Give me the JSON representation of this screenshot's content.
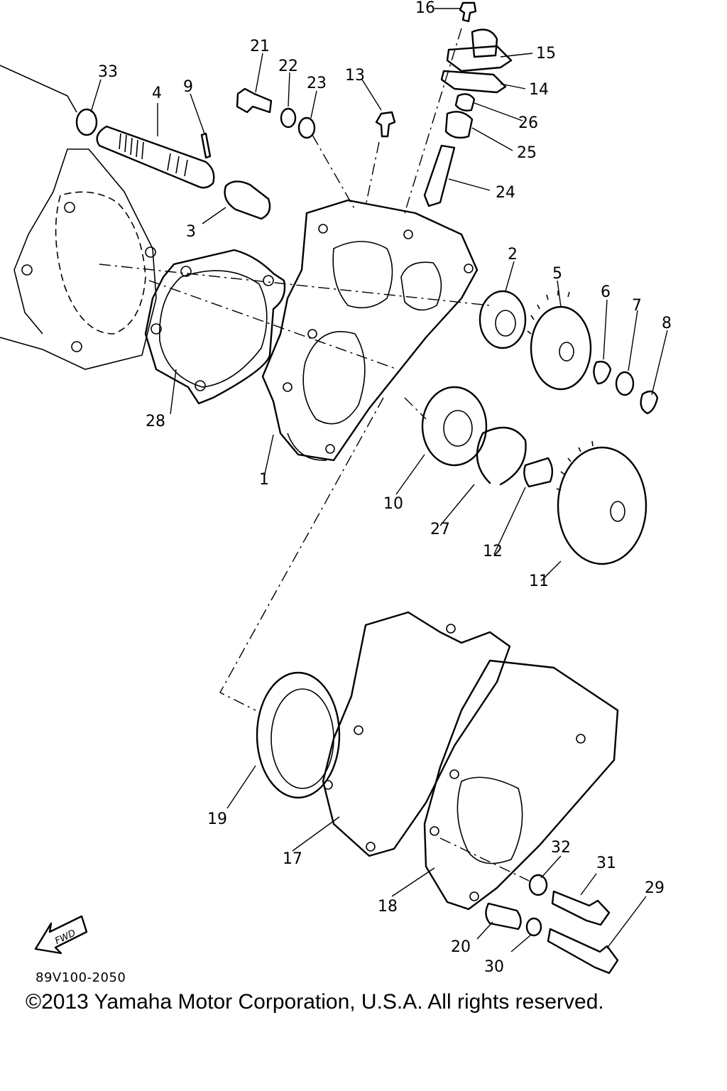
{
  "diagram_code": "89V100-2050",
  "copyright": "©2013 Yamaha Motor Corporation, U.S.A. All rights reserved.",
  "fwd_label": "FWD",
  "callouts": [
    "1",
    "2",
    "3",
    "4",
    "5",
    "6",
    "7",
    "8",
    "9",
    "10",
    "11",
    "12",
    "13",
    "14",
    "15",
    "16",
    "17",
    "18",
    "19",
    "20",
    "21",
    "22",
    "23",
    "24",
    "25",
    "26",
    "27",
    "28",
    "29",
    "30",
    "31",
    "32",
    "33"
  ]
}
